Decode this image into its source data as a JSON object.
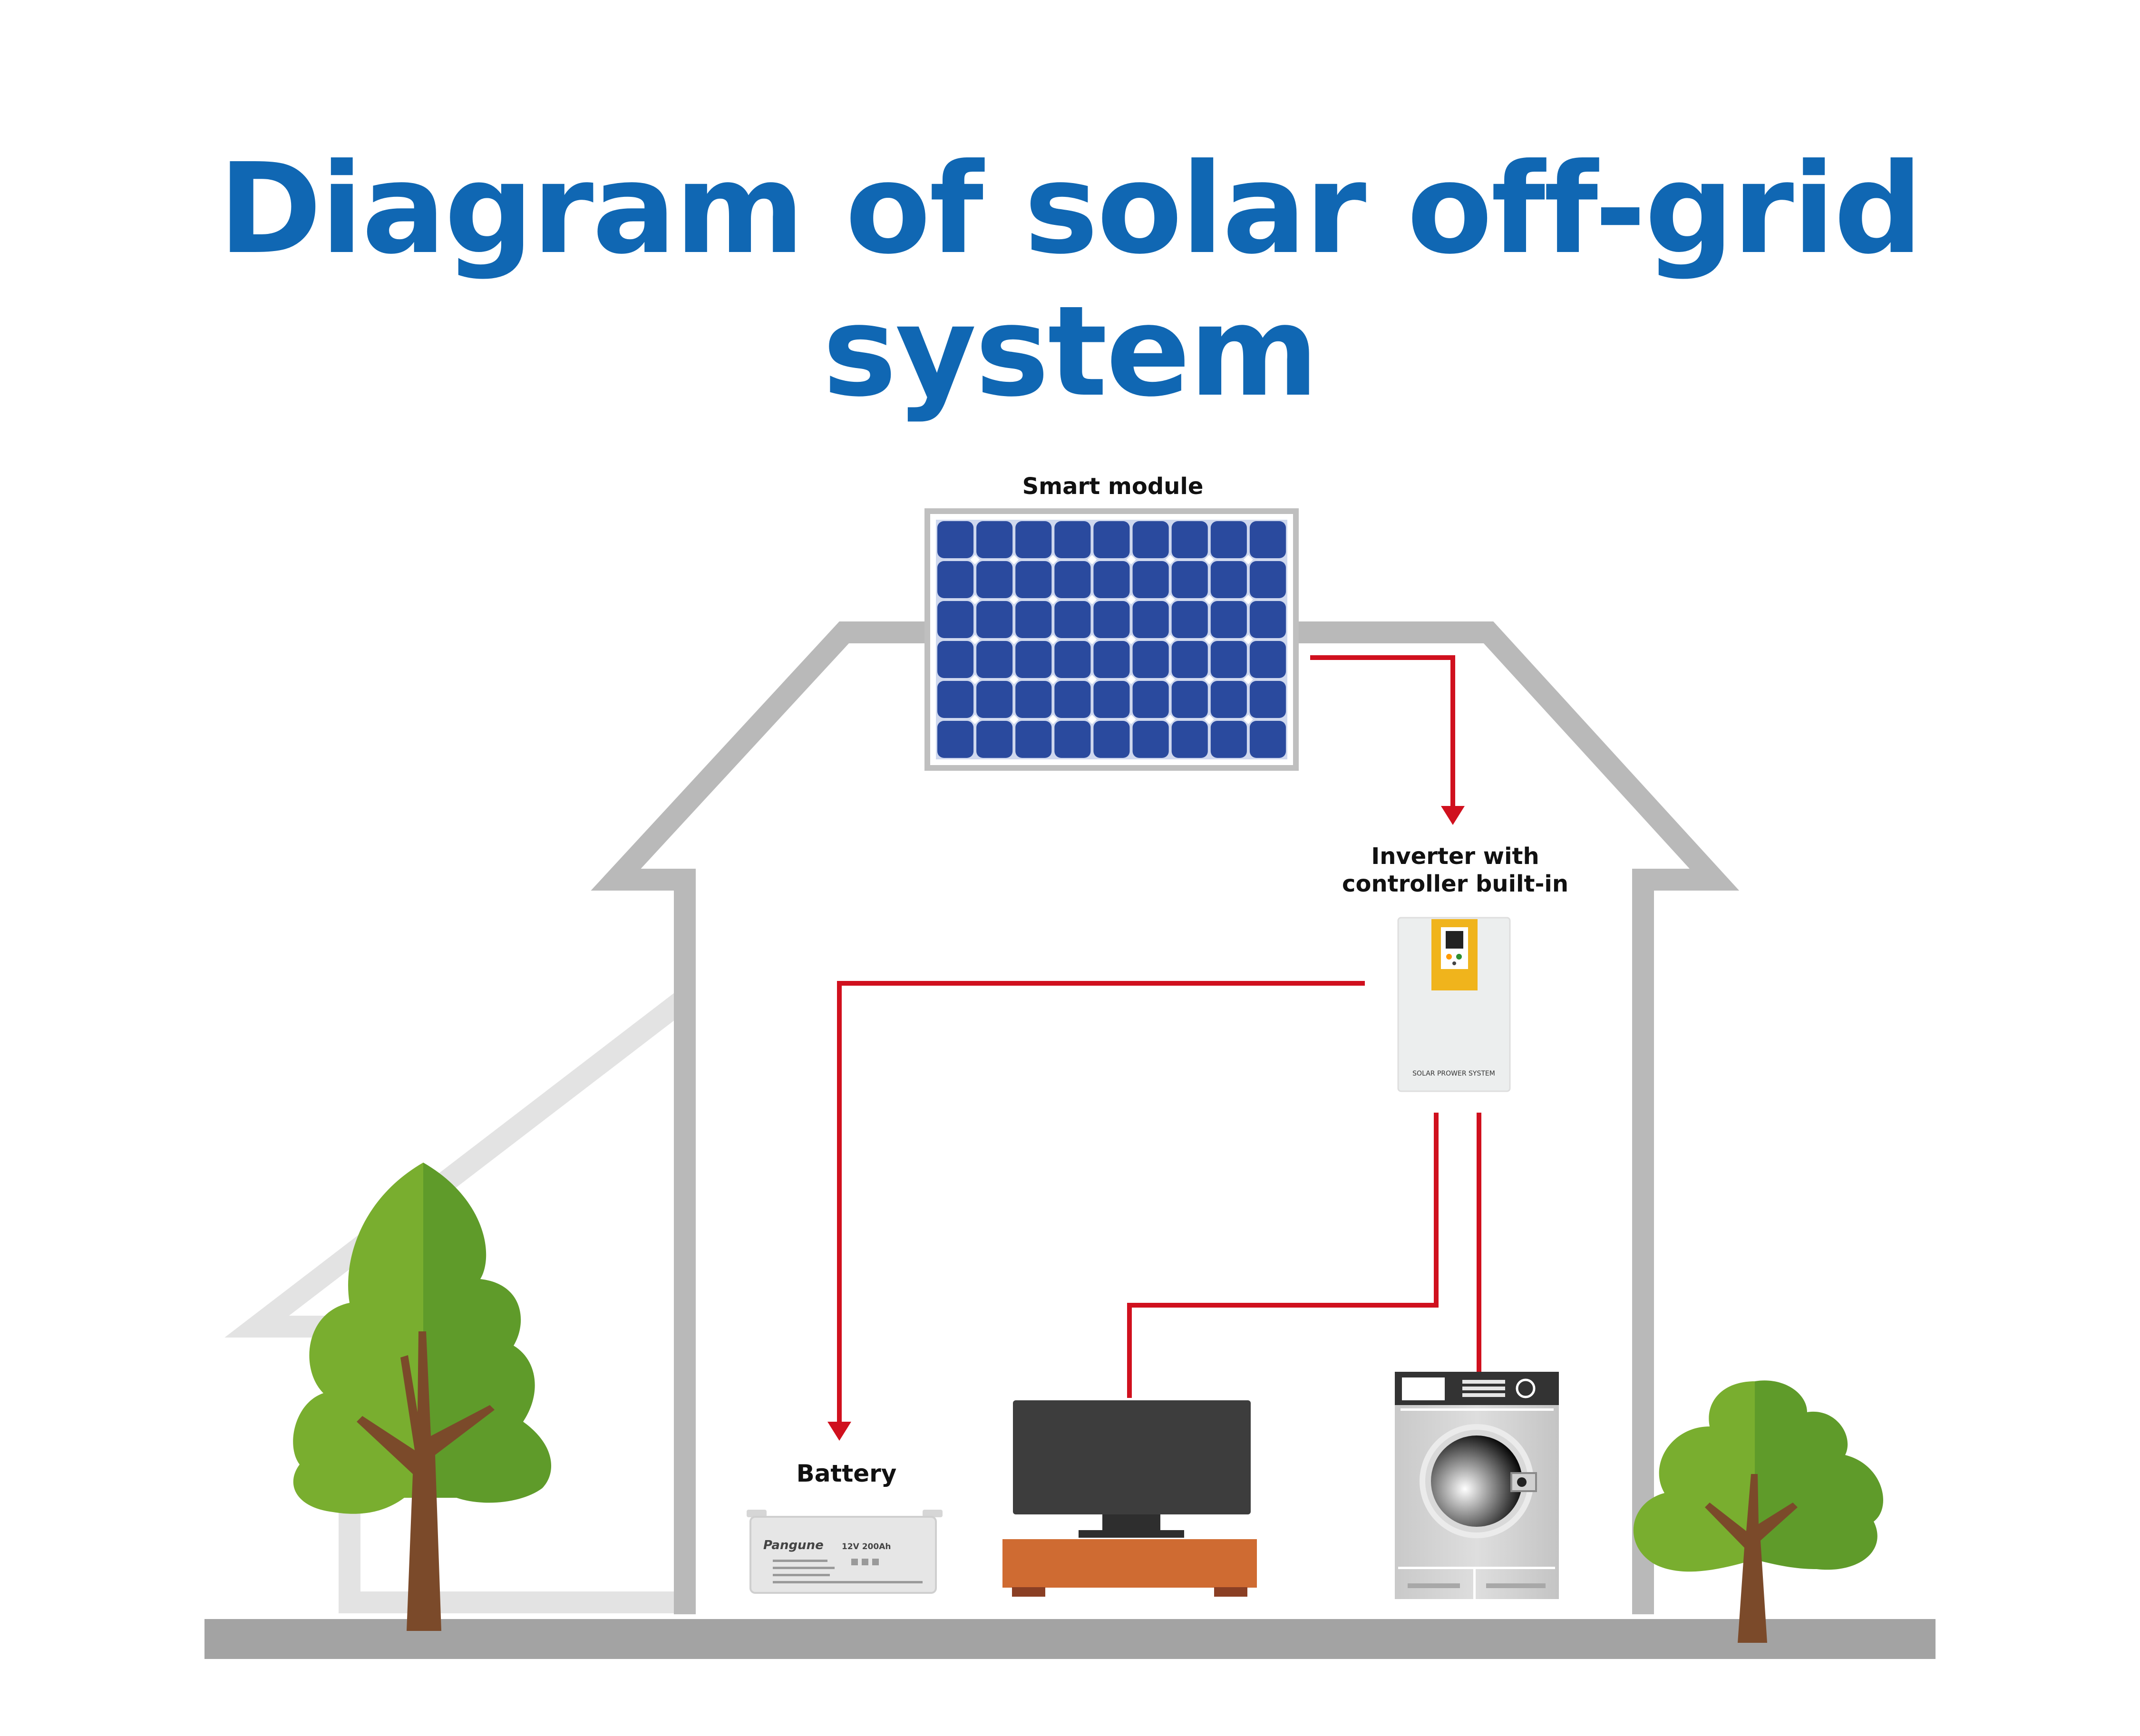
{
  "title": "Diagram of solar off-grid system",
  "labels": {
    "solar_panel": "Smart module",
    "inverter_line1": "Inverter with",
    "inverter_line2": "controller built-in",
    "battery": "Battery"
  },
  "inverter_brand": "SOLAR PROWER SYSTEM",
  "battery_brand": "Pangune",
  "battery_rating": "12V 200Ah",
  "colors": {
    "title": "#1067b3",
    "wire": "#d0101e",
    "house_outline": "#b9b9b9",
    "ground": "#a3a3a3",
    "panel_cell": "#2a4a9e",
    "tree_light": "#79ae2f",
    "tree_dark": "#5f9b2a",
    "trunk": "#7b4a2a",
    "inverter_display": "#f0b41c"
  }
}
